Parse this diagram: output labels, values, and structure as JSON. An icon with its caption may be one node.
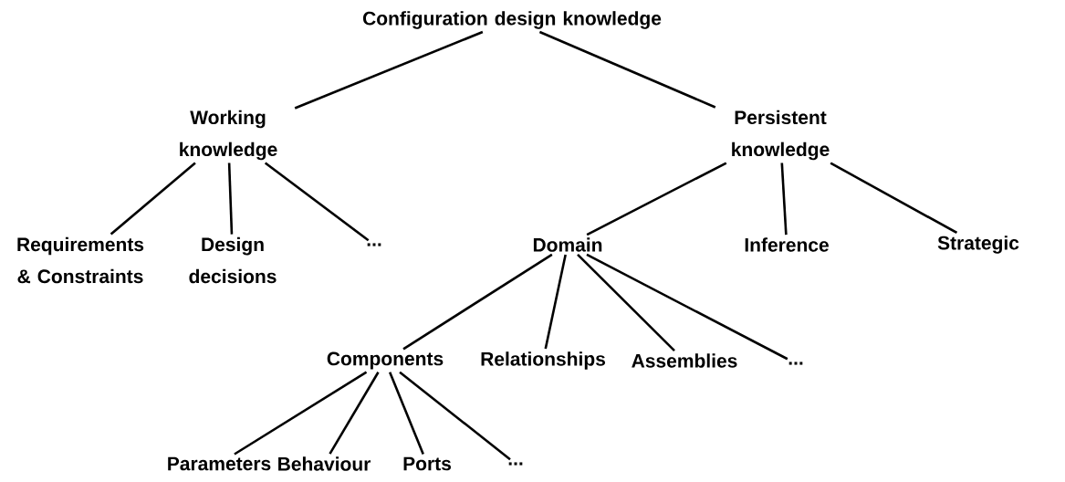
{
  "diagram": {
    "nodes": [
      {
        "text": [
          "Configuration design knowledge"
        ]
      },
      {
        "text": [
          "Working knowledge"
        ]
      },
      {
        "text": [
          "Persistent knowledge"
        ]
      },
      {
        "text": [
          "Requirements & Constraints"
        ]
      },
      {
        "text": [
          "Design decisions"
        ]
      },
      {
        "text": [
          "..."
        ]
      },
      {
        "text": [
          "Domain"
        ]
      },
      {
        "text": [
          "Inference"
        ]
      },
      {
        "text": [
          "Strategic"
        ]
      },
      {
        "text": [
          "Components"
        ]
      },
      {
        "text": [
          "Relationships"
        ]
      },
      {
        "text": [
          "Assemblies"
        ]
      },
      {
        "text": [
          "..."
        ]
      },
      {
        "text": [
          "Parameters"
        ]
      },
      {
        "text": [
          "Behaviour"
        ]
      },
      {
        "text": [
          "Ports"
        ]
      },
      {
        "text": [
          "..."
        ]
      }
    ],
    "edges": [
      {
        "from": 0,
        "to": 1,
        "arrow": "none"
      },
      {
        "from": 0,
        "to": 2,
        "arrow": "none"
      },
      {
        "from": 1,
        "to": 3,
        "arrow": "none"
      },
      {
        "from": 1,
        "to": 4,
        "arrow": "none"
      },
      {
        "from": 1,
        "to": 5,
        "arrow": "none"
      },
      {
        "from": 2,
        "to": 6,
        "arrow": "none"
      },
      {
        "from": 2,
        "to": 7,
        "arrow": "none"
      },
      {
        "from": 2,
        "to": 8,
        "arrow": "none"
      },
      {
        "from": 6,
        "to": 9,
        "arrow": "none"
      },
      {
        "from": 6,
        "to": 10,
        "arrow": "none"
      },
      {
        "from": 6,
        "to": 11,
        "arrow": "none"
      },
      {
        "from": 6,
        "to": 12,
        "arrow": "none"
      },
      {
        "from": 9,
        "to": 13,
        "arrow": "none"
      },
      {
        "from": 9,
        "to": 14,
        "arrow": "none"
      },
      {
        "from": 9,
        "to": 15,
        "arrow": "none"
      },
      {
        "from": 9,
        "to": 16,
        "arrow": "none"
      }
    ]
  }
}
